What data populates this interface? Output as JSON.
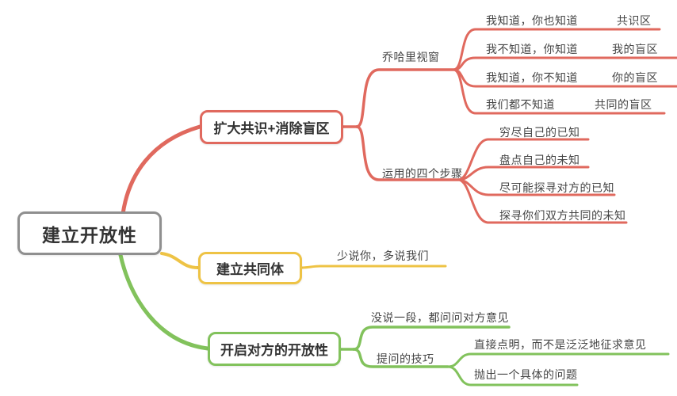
{
  "colors": {
    "red": "#e0695e",
    "yellow": "#eec345",
    "green": "#82c25c",
    "root_border": "#8f8f8f",
    "box_text": "#333333",
    "leaf_text": "#454545"
  },
  "mindmap": {
    "root": {
      "label": "建立开放性"
    },
    "branches": [
      {
        "label": "扩大共识+消除盲区",
        "children": [
          {
            "label": "乔哈里视窗",
            "rows": [
              {
                "left": "我知道，你也知道",
                "right": "共识区"
              },
              {
                "left": "我不知道，你知道",
                "right": "我的盲区"
              },
              {
                "left": "我知道，你不知道",
                "right": "你的盲区"
              },
              {
                "left": "我们都不知道",
                "right": "共同的盲区"
              }
            ]
          },
          {
            "label": "运用的四个步骤",
            "steps": [
              "穷尽自己的已知",
              "盘点自己的未知",
              "尽可能探寻对方的已知",
              "探寻你们双方共同的未知"
            ]
          }
        ]
      },
      {
        "label": "建立共同体",
        "children": [
          {
            "label": "少说你，多说我们"
          }
        ]
      },
      {
        "label": "开启对方的开放性",
        "children": [
          {
            "label": "没说一段，都问问对方意见"
          },
          {
            "label": "提问的技巧",
            "children": [
              {
                "label": "直接点明，而不是泛泛地征求意见"
              },
              {
                "label": "抛出一个具体的问题"
              }
            ]
          }
        ]
      }
    ]
  }
}
